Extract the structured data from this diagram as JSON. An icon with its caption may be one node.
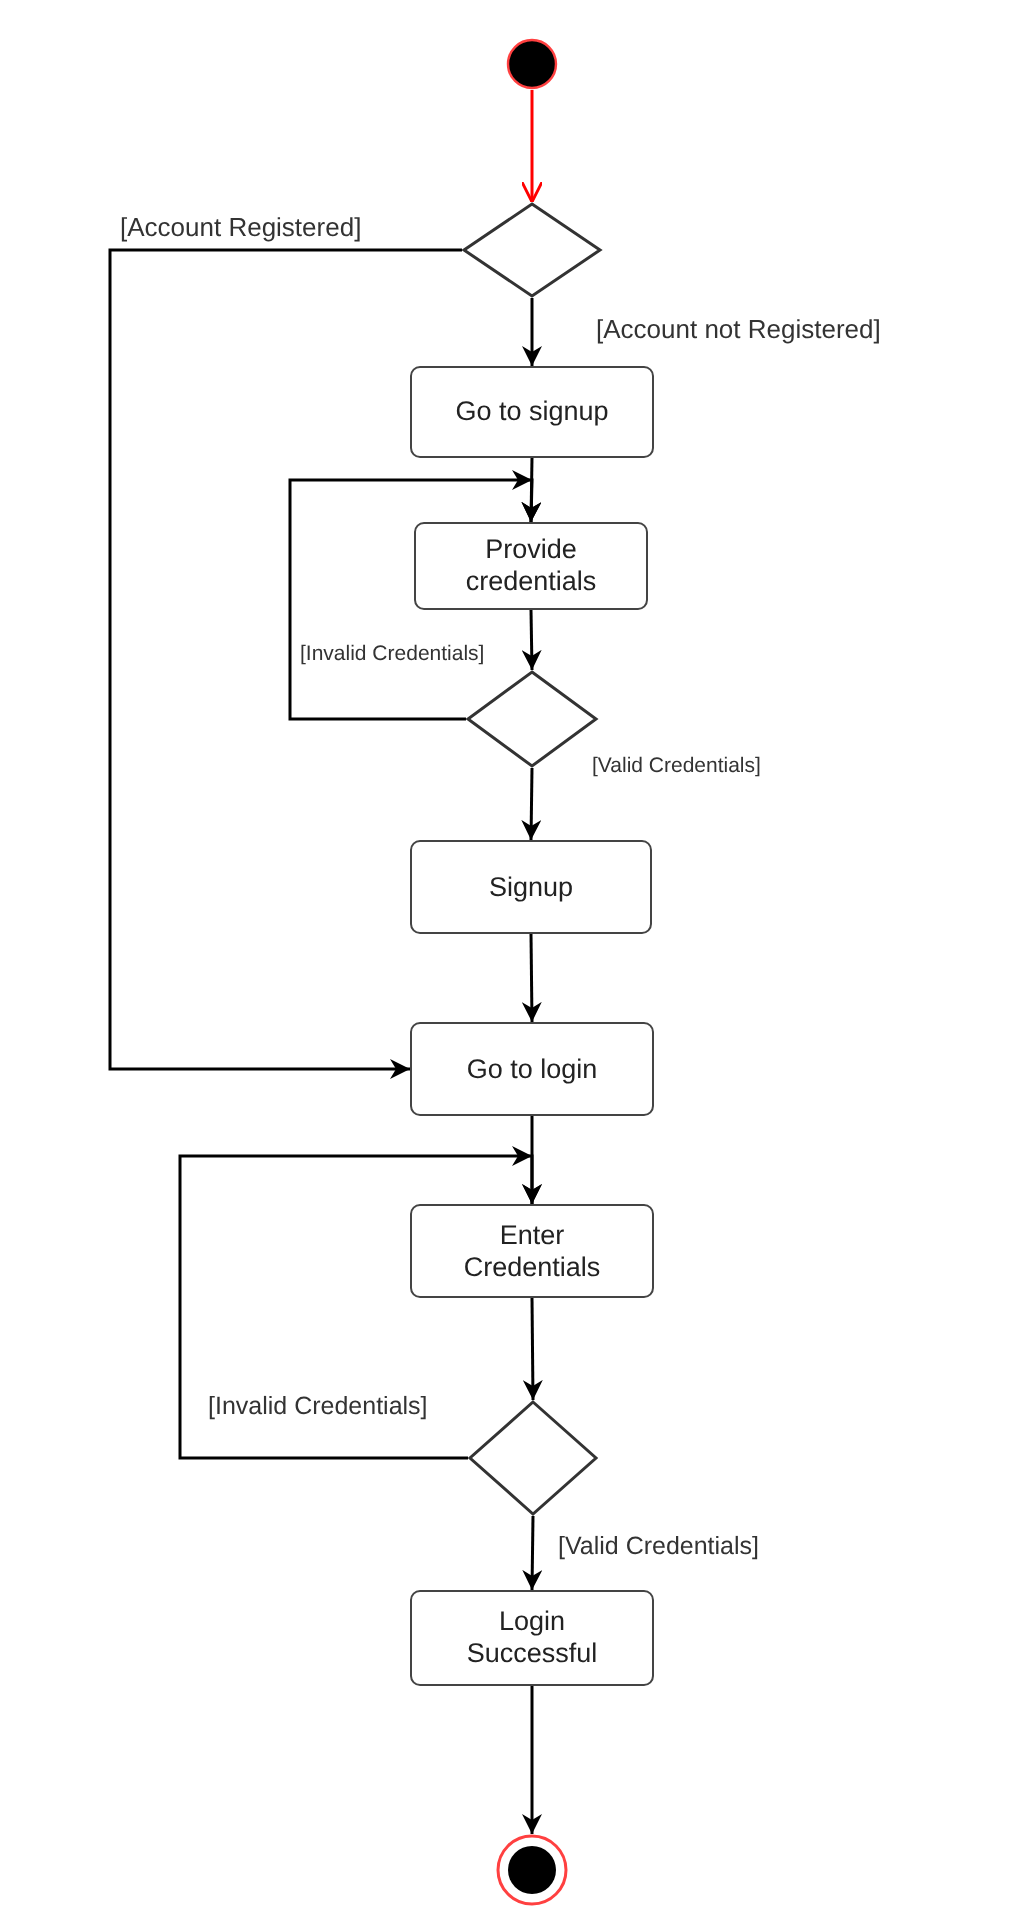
{
  "diagram": {
    "nodes": [
      {
        "text": [],
        "shape": "circle"
      },
      {
        "text": [],
        "shape": "diamond"
      },
      {
        "text": [
          "Go to signup"
        ]
      },
      {
        "text": [
          "Provide credentials"
        ]
      },
      {
        "text": [],
        "shape": "diamond"
      },
      {
        "text": [
          "Signup"
        ]
      },
      {
        "text": [
          "Go to login"
        ]
      },
      {
        "text": [
          "Enter Credentials"
        ]
      },
      {
        "text": [],
        "shape": "diamond"
      },
      {
        "text": [
          "Login Successful"
        ]
      },
      {
        "text": [],
        "shape": "circle"
      }
    ],
    "edges": [
      {
        "from": 0,
        "to": 1,
        "arrow": "to",
        "color": "#ff0000"
      },
      {
        "from": 1,
        "to": 2,
        "arrow": "to",
        "label": "[Account not Registered]"
      },
      {
        "from": 1,
        "to": 6,
        "arrow": "to",
        "label": "[Account Registered]"
      },
      {
        "from": 2,
        "to": 3,
        "arrow": "to"
      },
      {
        "from": 3,
        "to": 4,
        "arrow": "to"
      },
      {
        "from": 4,
        "to": 3,
        "arrow": "to",
        "label": "[Invalid Credentials]"
      },
      {
        "from": 4,
        "to": 5,
        "arrow": "to",
        "label": "[Valid Credentials]"
      },
      {
        "from": 5,
        "to": 6,
        "arrow": "to"
      },
      {
        "from": 6,
        "to": 7,
        "arrow": "to"
      },
      {
        "from": 7,
        "to": 8,
        "arrow": "to"
      },
      {
        "from": 8,
        "to": 7,
        "arrow": "to",
        "label": "[Invalid Credentials]"
      },
      {
        "from": 8,
        "to": 9,
        "arrow": "to",
        "label": "[Valid Credentials]"
      },
      {
        "from": 9,
        "to": 10,
        "arrow": "to"
      }
    ]
  }
}
